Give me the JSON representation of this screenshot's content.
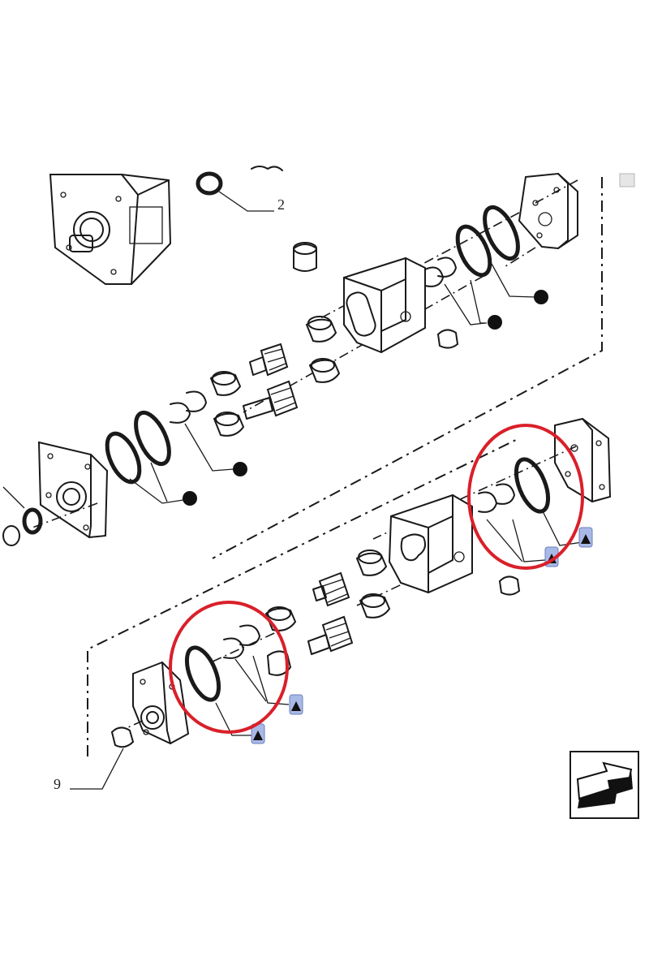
{
  "callouts": {
    "ref_2": "2",
    "ref_9": "9"
  },
  "legend": {
    "dot_marker_icon": "black-dot",
    "triangle_marker_icon": "black-triangle"
  },
  "colors": {
    "highlight": "#d9202a",
    "badge": "#a9b9e6",
    "ink": "#1a1a1a"
  },
  "nav": {
    "arrow_icon": "back-arrow-icon"
  }
}
